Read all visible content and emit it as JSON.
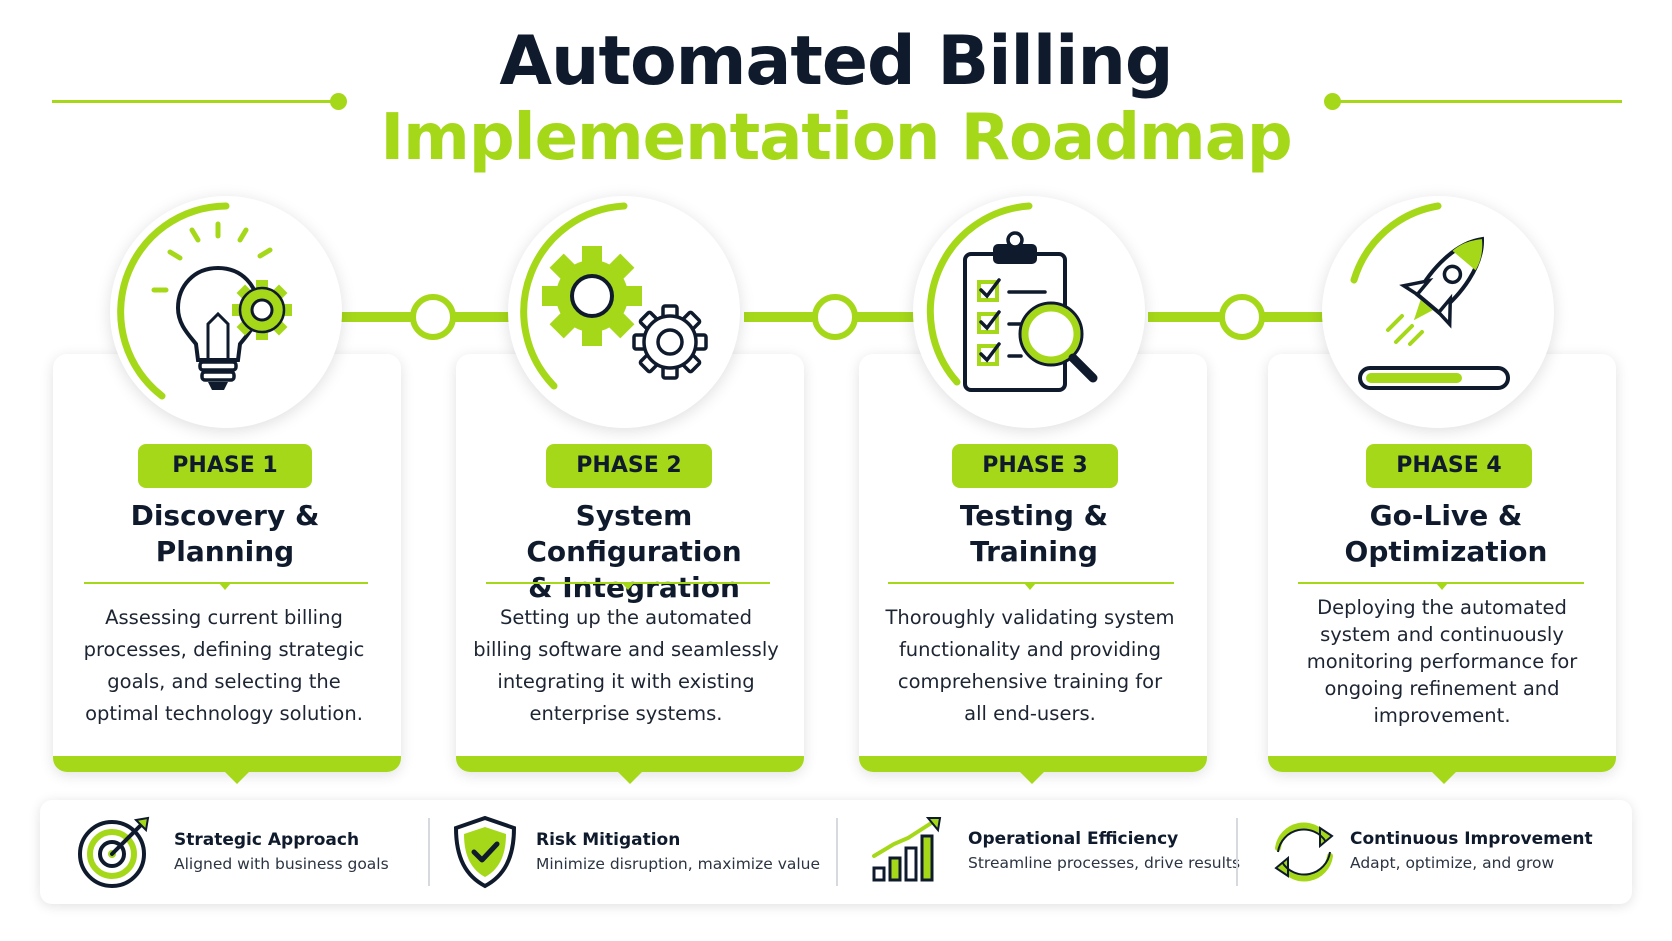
{
  "header": {
    "title_line1": "Automated Billing",
    "title_line2": "Implementation Roadmap"
  },
  "colors": {
    "accent": "#a6d81a",
    "dark": "#0f1b2d",
    "text": "#1d2533"
  },
  "phases": [
    {
      "label": "PHASE 1",
      "title_line1": "Discovery &",
      "title_line2": "Planning",
      "icon": "lightbulb-gear-icon",
      "description": [
        "Assessing current billing",
        "processes, defining strategic",
        "goals, and selecting the",
        "optimal technology solution."
      ]
    },
    {
      "label": "PHASE 2",
      "title_line1": "System Configuration",
      "title_line2": "& Integration",
      "icon": "gears-icon",
      "description": [
        "Setting up the automated",
        "billing software and seamlessly",
        "integrating it with existing",
        "enterprise systems."
      ]
    },
    {
      "label": "PHASE 3",
      "title_line1": "Testing &",
      "title_line2": "Training",
      "icon": "clipboard-magnifier-icon",
      "description": [
        "Thoroughly validating system",
        "functionality and providing",
        "comprehensive training for",
        "all end-users."
      ]
    },
    {
      "label": "PHASE 4",
      "title_line1": "Go-Live &",
      "title_line2": "Optimization",
      "icon": "rocket-progress-icon",
      "description": [
        "Deploying the automated",
        "system and continuously",
        "monitoring performance for",
        "ongoing refinement and",
        "improvement."
      ]
    }
  ],
  "benefits": [
    {
      "title": "Strategic Approach",
      "subtitle": "Aligned with business goals",
      "icon": "target-icon"
    },
    {
      "title": "Risk Mitigation",
      "subtitle": "Minimize disruption, maximize value",
      "icon": "shield-check-icon"
    },
    {
      "title": "Operational Efficiency",
      "subtitle": "Streamline processes, drive results",
      "icon": "growth-chart-icon"
    },
    {
      "title": "Continuous Improvement",
      "subtitle": "Adapt, optimize, and grow",
      "icon": "refresh-cycle-icon"
    }
  ]
}
